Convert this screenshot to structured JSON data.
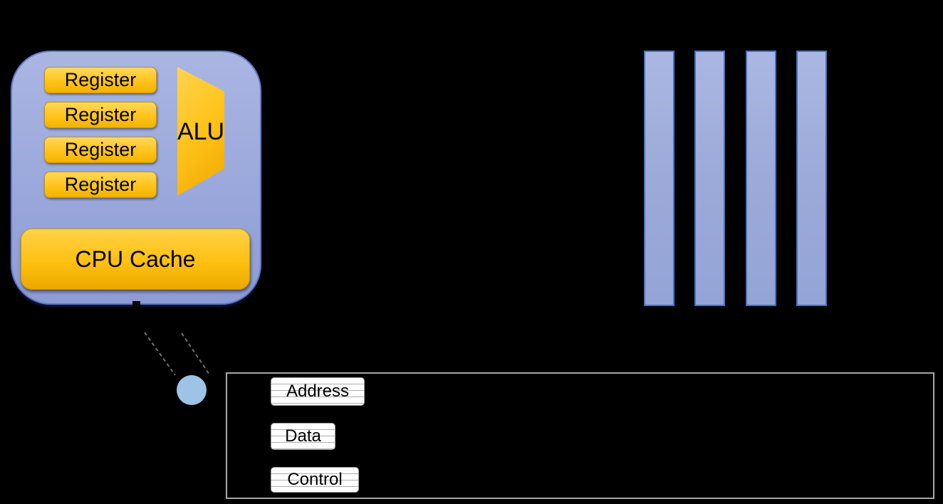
{
  "cpu_block": {
    "registers": [
      {
        "label": "Register"
      },
      {
        "label": "Register"
      },
      {
        "label": "Register"
      },
      {
        "label": "Register"
      }
    ],
    "alu_label": "ALU",
    "cache_label": "CPU Cache"
  },
  "memory": {
    "bar_count": 4
  },
  "bus": {
    "address_label": "Address",
    "data_label": "Data",
    "control_label": "Control"
  },
  "colors": {
    "background": "#000000",
    "cpu_block_fill": "#9AA8DB",
    "cpu_block_border": "#5F7AC4",
    "component_gold": "#FFC000",
    "component_gold_light": "#FFD24A",
    "memory_bar_fill": "#A3B1DE",
    "memory_bar_border": "#4472C4",
    "connection_circle": "#9DC3E6",
    "bus_border": "#A6A6A6",
    "callout_line": "#6E6E6E",
    "bus_label_bg": "#FFFFFF",
    "text": "#000000"
  }
}
